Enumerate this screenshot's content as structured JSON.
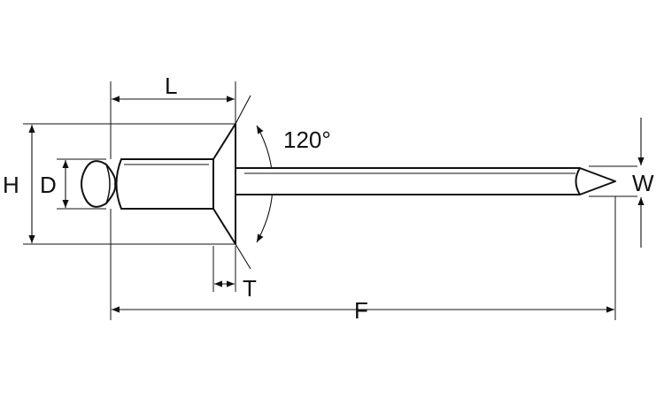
{
  "diagram": {
    "dimensions": {
      "length_label": "L",
      "head_diameter_label": "H",
      "body_diameter_label": "D",
      "head_thickness_label": "T",
      "overall_length_label": "F",
      "mandrel_diameter_label": "W",
      "angle_label": "120°"
    },
    "colors": {
      "line": "#111111",
      "background": "#ffffff"
    }
  }
}
